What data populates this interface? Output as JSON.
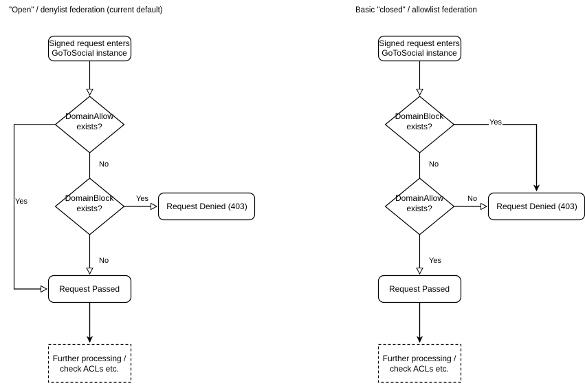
{
  "diagram": {
    "type": "flowchart",
    "background_color": "#ffffff",
    "stroke_color": "#000000",
    "text_color": "#000000",
    "panels": [
      {
        "id": "open-denylist",
        "title": "\"Open\" / denylist federation (current default)",
        "nodes": [
          {
            "id": "entry",
            "shape": "rounded-rect",
            "line1": "Signed request enters",
            "line2": "GoToSocial instance"
          },
          {
            "id": "allow",
            "shape": "diamond",
            "line1": "DomainAllow",
            "line2": "exists?"
          },
          {
            "id": "block",
            "shape": "diamond",
            "line1": "DomainBlock",
            "line2": "exists?"
          },
          {
            "id": "denied",
            "shape": "rounded-rect",
            "line1": "Request Denied (403)",
            "line2": ""
          },
          {
            "id": "passed",
            "shape": "rounded-rect",
            "line1": "Request Passed",
            "line2": ""
          },
          {
            "id": "further",
            "shape": "dashed-rect",
            "line1": "Further processing /",
            "line2": "check ACLs etc."
          }
        ],
        "edges": [
          {
            "from": "entry",
            "to": "allow",
            "label": ""
          },
          {
            "from": "allow",
            "to": "passed",
            "label": "Yes"
          },
          {
            "from": "allow",
            "to": "block",
            "label": "No"
          },
          {
            "from": "block",
            "to": "denied",
            "label": "Yes"
          },
          {
            "from": "block",
            "to": "passed",
            "label": "No"
          },
          {
            "from": "passed",
            "to": "further",
            "label": ""
          }
        ]
      },
      {
        "id": "closed-allowlist",
        "title": "Basic \"closed\" / allowlist federation",
        "nodes": [
          {
            "id": "entry",
            "shape": "rounded-rect",
            "line1": "Signed request enters",
            "line2": "GoToSocial instance"
          },
          {
            "id": "block",
            "shape": "diamond",
            "line1": "DomainBlock",
            "line2": "exists?"
          },
          {
            "id": "allow",
            "shape": "diamond",
            "line1": "DomainAllow",
            "line2": "exists?"
          },
          {
            "id": "denied",
            "shape": "rounded-rect",
            "line1": "Request Denied (403)",
            "line2": ""
          },
          {
            "id": "passed",
            "shape": "rounded-rect",
            "line1": "Request Passed",
            "line2": ""
          },
          {
            "id": "further",
            "shape": "dashed-rect",
            "line1": "Further processing /",
            "line2": "check ACLs etc."
          }
        ],
        "edges": [
          {
            "from": "entry",
            "to": "block",
            "label": ""
          },
          {
            "from": "block",
            "to": "denied",
            "label": "Yes"
          },
          {
            "from": "block",
            "to": "allow",
            "label": "No"
          },
          {
            "from": "allow",
            "to": "denied",
            "label": "No"
          },
          {
            "from": "allow",
            "to": "passed",
            "label": "Yes"
          },
          {
            "from": "passed",
            "to": "further",
            "label": ""
          }
        ]
      }
    ]
  }
}
